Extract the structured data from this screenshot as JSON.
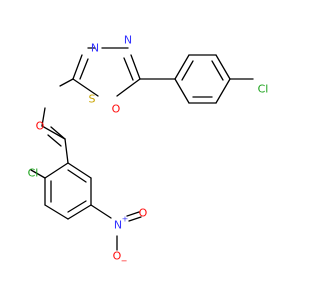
{
  "molecule": {
    "atoms": {
      "N3": {
        "symbol": "N",
        "color": "#3333ff"
      },
      "N4": {
        "symbol": "N",
        "color": "#3333ff"
      },
      "S": {
        "symbol": "S",
        "color": "#c8a400"
      },
      "O1": {
        "symbol": "O",
        "color": "#ff0d0d"
      },
      "Cl1": {
        "symbol": "Cl",
        "color": "#1ca31c"
      },
      "O2": {
        "symbol": "O",
        "color": "#ff0d0d"
      },
      "Cl2": {
        "symbol": "Cl",
        "color": "#1ca31c"
      },
      "Nn": {
        "symbol": "N",
        "color": "#3333ff",
        "charge": "+"
      },
      "Oa": {
        "symbol": "O",
        "color": "#ff0d0d"
      },
      "Ob": {
        "symbol": "O",
        "color": "#ff0d0d",
        "charge": "−"
      }
    }
  }
}
